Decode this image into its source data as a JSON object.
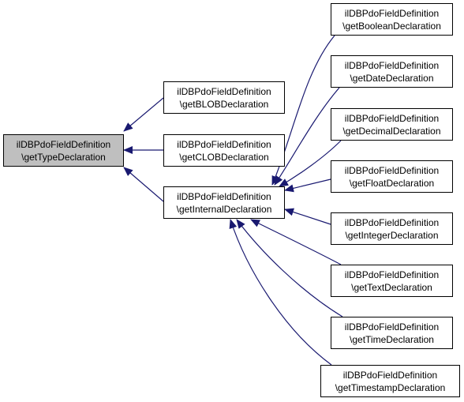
{
  "colors": {
    "edge": "#191970",
    "root_fill": "#bfbfbf",
    "node_fill": "#ffffff",
    "border": "#000000"
  },
  "nodes": {
    "root": {
      "line1": "ilDBPdoFieldDefinition",
      "line2": "\\getTypeDeclaration"
    },
    "blob": {
      "line1": "ilDBPdoFieldDefinition",
      "line2": "\\getBLOBDeclaration"
    },
    "clob": {
      "line1": "ilDBPdoFieldDefinition",
      "line2": "\\getCLOBDeclaration"
    },
    "internal": {
      "line1": "ilDBPdoFieldDefinition",
      "line2": "\\getInternalDeclaration"
    },
    "boolean": {
      "line1": "ilDBPdoFieldDefinition",
      "line2": "\\getBooleanDeclaration"
    },
    "date": {
      "line1": "ilDBPdoFieldDefinition",
      "line2": "\\getDateDeclaration"
    },
    "decimal": {
      "line1": "ilDBPdoFieldDefinition",
      "line2": "\\getDecimalDeclaration"
    },
    "float": {
      "line1": "ilDBPdoFieldDefinition",
      "line2": "\\getFloatDeclaration"
    },
    "integer": {
      "line1": "ilDBPdoFieldDefinition",
      "line2": "\\getIntegerDeclaration"
    },
    "text": {
      "line1": "ilDBPdoFieldDefinition",
      "line2": "\\getTextDeclaration"
    },
    "time": {
      "line1": "ilDBPdoFieldDefinition",
      "line2": "\\getTimeDeclaration"
    },
    "timestamp": {
      "line1": "ilDBPdoFieldDefinition",
      "line2": "\\getTimestampDeclaration"
    }
  },
  "edges": [
    {
      "from": "blob",
      "to": "root"
    },
    {
      "from": "clob",
      "to": "root"
    },
    {
      "from": "internal",
      "to": "root"
    },
    {
      "from": "boolean",
      "to": "internal"
    },
    {
      "from": "date",
      "to": "internal"
    },
    {
      "from": "decimal",
      "to": "internal"
    },
    {
      "from": "float",
      "to": "internal"
    },
    {
      "from": "integer",
      "to": "internal"
    },
    {
      "from": "text",
      "to": "internal"
    },
    {
      "from": "time",
      "to": "internal"
    },
    {
      "from": "timestamp",
      "to": "internal"
    }
  ]
}
